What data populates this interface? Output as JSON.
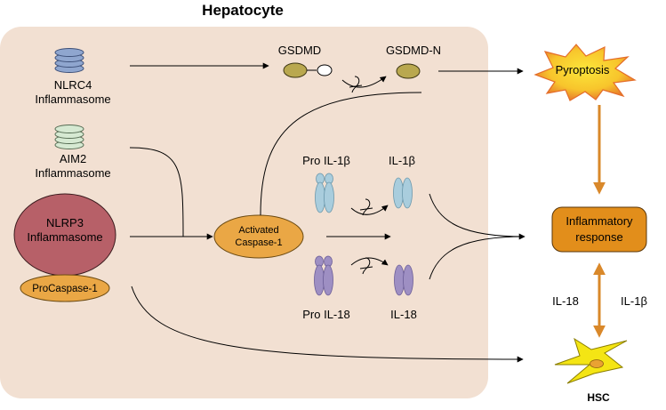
{
  "title": "Hepatocyte",
  "nodes": {
    "nlrc4": {
      "line1": "NLRC4",
      "line2": "Inflammasome"
    },
    "aim2": {
      "line1": "AIM2",
      "line2": "Inflammasome"
    },
    "nlrp3": {
      "line1": "NLRP3",
      "line2": "Inflammasome"
    },
    "procaspase1": {
      "label": "ProCaspase-1"
    },
    "caspase1": {
      "line1": "Activated",
      "line2": "Caspase-1"
    },
    "gsdmd": {
      "label": "GSDMD"
    },
    "gsdmd_n": {
      "label": "GSDMD-N"
    },
    "pro_il1b": {
      "label": "Pro IL-1β"
    },
    "il1b": {
      "label": "IL-1β"
    },
    "pro_il18": {
      "label": "Pro IL-18"
    },
    "il18": {
      "label": "IL-18"
    },
    "pyroptosis": {
      "label": "Pyroptosis"
    },
    "inflammatory": {
      "line1": "Inflammatory",
      "line2": "response"
    },
    "il18_side": {
      "label": "IL-18"
    },
    "il1b_side": {
      "label": "IL-1β"
    },
    "hsc": {
      "label": "HSC"
    }
  },
  "colors": {
    "cell_background": "#f2e0d2",
    "nlrc4_stack": "#8fa6cf",
    "aim2_stack": "#d6e9d2",
    "nlrp3": "#b76068",
    "caspase": "#eaa745",
    "gsdmd": "#b9a84f",
    "il1b": "#a9cddd",
    "il18": "#9e8fc3",
    "pyroptosis_fill": "#f8d12f",
    "pyroptosis_edge": "#e46d2a",
    "inflammatory": "#e28e1b",
    "orange_arrow": "#d9882a",
    "hsc": "#f4e514"
  }
}
